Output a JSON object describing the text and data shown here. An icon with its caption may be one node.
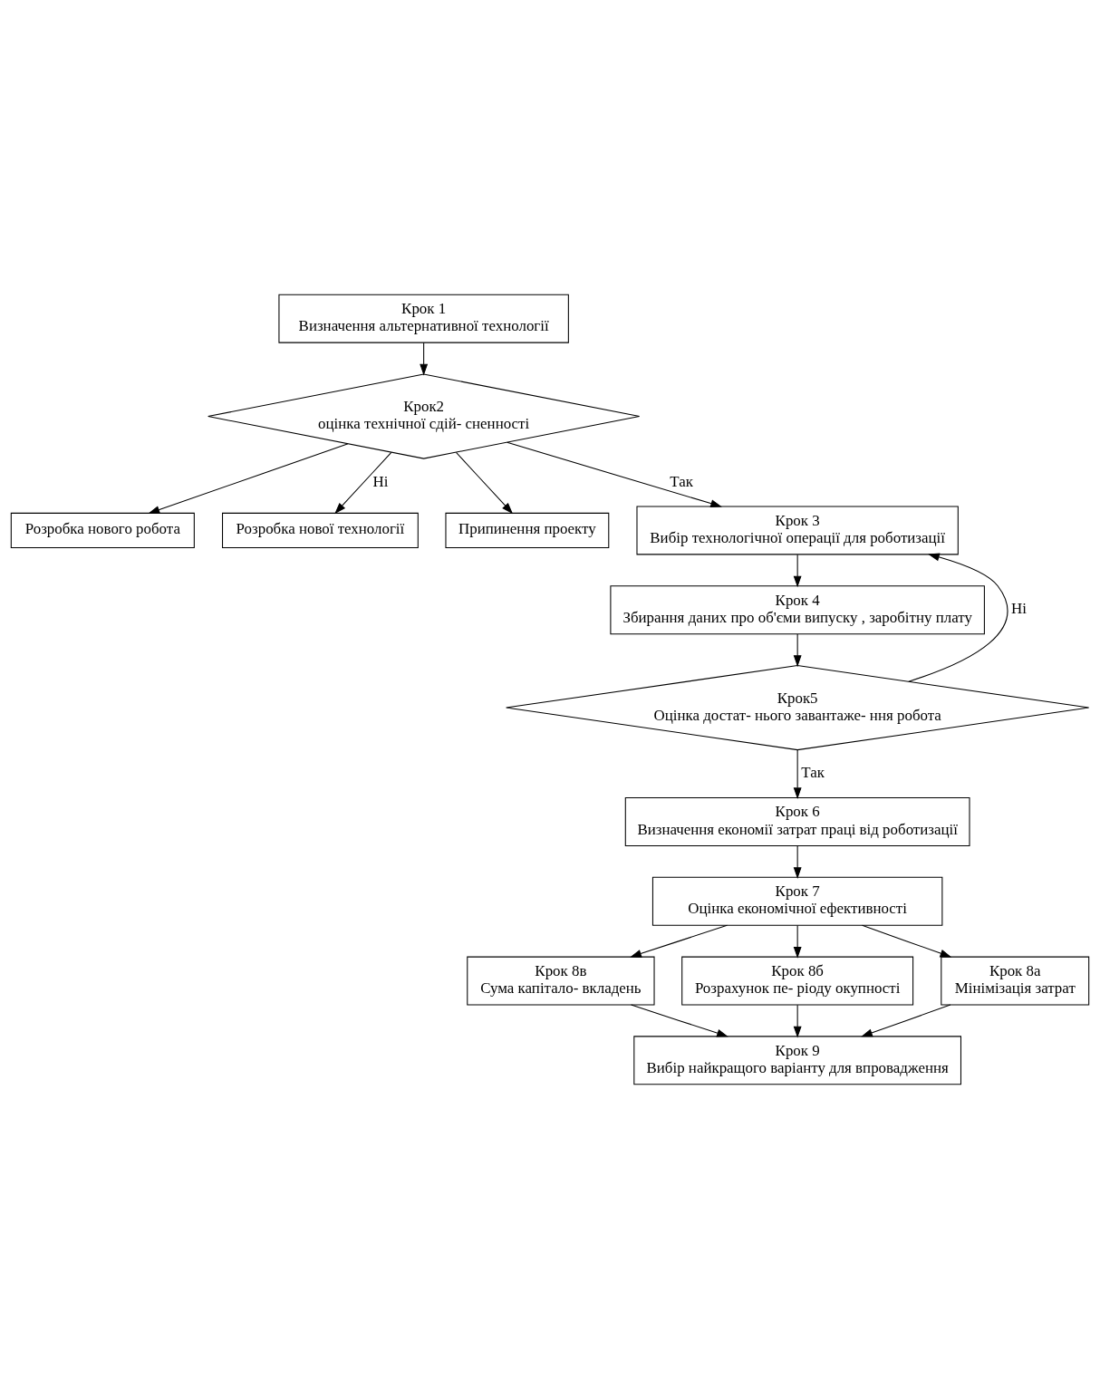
{
  "diagram": {
    "nodes": [
      {
        "text": [
          "Крок 1",
          "Визначення альтернативної технології"
        ]
      },
      {
        "text": [
          "Крок2",
          "оцінка технічної сдій- сненності"
        ]
      },
      {
        "text": [
          "Розробка нового робота"
        ]
      },
      {
        "text": [
          "Розробка нової технології"
        ]
      },
      {
        "text": [
          "Припинення проекту"
        ]
      },
      {
        "text": [
          "Крок 3",
          "Вибір технологічної операції для роботизації"
        ]
      },
      {
        "text": [
          "Крок 4",
          "Збирання даних про об'єми випуску , заробітну плату"
        ]
      },
      {
        "text": [
          "Крок5",
          "Оцінка достат- нього завантаже- ння робота"
        ]
      },
      {
        "text": [
          "Крок 6",
          "Визначення економії затрат праці від роботизації"
        ]
      },
      {
        "text": [
          "Крок 7",
          "Оцінка економічної ефективності"
        ]
      },
      {
        "text": [
          "Крок 8в",
          "Сума капітало- вкладень"
        ]
      },
      {
        "text": [
          "Крок 8б",
          "Розрахунок пе- ріоду окупності"
        ]
      },
      {
        "text": [
          "Крок 8а",
          "Мінімізація затрат"
        ]
      },
      {
        "text": [
          "Крок 9",
          "Вибір найкращого варіанту для впровадження"
        ]
      }
    ],
    "edges": [
      {
        "from": 0,
        "to": 1,
        "arrow": "to"
      },
      {
        "from": 1,
        "to": 2,
        "arrow": "to"
      },
      {
        "from": 1,
        "to": 3,
        "arrow": "to",
        "label": "Ні"
      },
      {
        "from": 1,
        "to": 4,
        "arrow": "to"
      },
      {
        "from": 1,
        "to": 5,
        "arrow": "to",
        "label": "Так"
      },
      {
        "from": 5,
        "to": 6,
        "arrow": "to"
      },
      {
        "from": 6,
        "to": 7,
        "arrow": "to"
      },
      {
        "from": 7,
        "to": 5,
        "arrow": "to",
        "label": "Ні"
      },
      {
        "from": 7,
        "to": 8,
        "arrow": "to",
        "label": "Так"
      },
      {
        "from": 8,
        "to": 9,
        "arrow": "to"
      },
      {
        "from": 9,
        "to": 10,
        "arrow": "to"
      },
      {
        "from": 9,
        "to": 11,
        "arrow": "to"
      },
      {
        "from": 9,
        "to": 12,
        "arrow": "to"
      },
      {
        "from": 10,
        "to": 13,
        "arrow": "to"
      },
      {
        "from": 11,
        "to": 13,
        "arrow": "to"
      },
      {
        "from": 12,
        "to": 13,
        "arrow": "to"
      }
    ]
  }
}
